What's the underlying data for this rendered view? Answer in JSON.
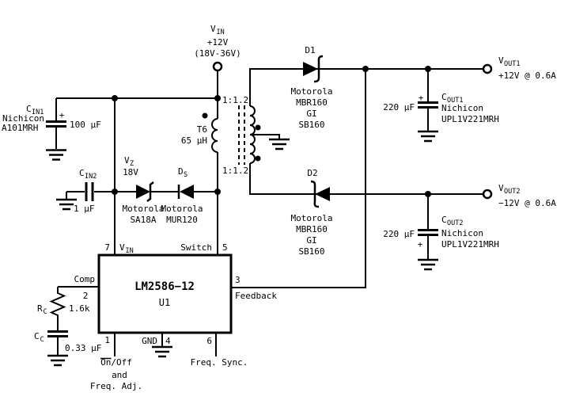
{
  "diagram": "dual-output flyback regulator schematic",
  "input": {
    "vin": {
      "sym": "V",
      "sub": "IN",
      "line2": "+12V",
      "line3": "(18V-36V)"
    },
    "cin1": {
      "sym": "C",
      "sub": "IN1",
      "brand": "Nichicon",
      "part": "A101MRH",
      "value": "100 μF",
      "polarity": "+"
    },
    "cin2": {
      "sym": "C",
      "sub": "IN2",
      "value": "1 μF"
    }
  },
  "clamp": {
    "vz": {
      "sym": "V",
      "sub": "Z",
      "value": "18V",
      "brand": "Motorola",
      "part": "SA18A"
    },
    "ds": {
      "sym": "D",
      "sub": "S",
      "brand": "Motorola",
      "part": "MUR120"
    }
  },
  "transformer": {
    "ref": "T6",
    "value": "65 μH",
    "ratio_top": "1:1.2",
    "ratio_bottom": "1:1.2"
  },
  "ic": {
    "part": "LM2586−12",
    "ref": "U1",
    "pin7": {
      "num": "7",
      "sym": "V",
      "sub": "IN"
    },
    "pin5": {
      "num": "5",
      "name": "Switch"
    },
    "pin2": {
      "num": "2",
      "name": "Comp"
    },
    "pin3": {
      "num": "3",
      "name": "Feedback"
    },
    "pin1": {
      "num": "1",
      "name1": "On/Off",
      "name2": "and",
      "name3": "Freq. Adj."
    },
    "pin4": {
      "num": "4",
      "name": "GND"
    },
    "pin6": {
      "num": "6",
      "name": "Freq. Sync."
    }
  },
  "compensation": {
    "rc": {
      "sym": "R",
      "sub": "C",
      "value": "1.6k"
    },
    "cc": {
      "sym": "C",
      "sub": "C",
      "value": "0.33 μF"
    }
  },
  "out1": {
    "d1": {
      "ref": "D1",
      "brand": "Motorola",
      "part": "MBR160",
      "mfr2": "GI",
      "part2": "SB160"
    },
    "cout1": {
      "value": "220 μF",
      "polarity": "+",
      "sym": "C",
      "sub": "OUT1",
      "brand": "Nichicon",
      "part": "UPL1V221MRH"
    },
    "vout": {
      "sym": "V",
      "sub": "OUT1",
      "rating": "+12V @ 0.6A"
    }
  },
  "out2": {
    "d2": {
      "ref": "D2",
      "brand": "Motorola",
      "part": "MBR160",
      "mfr2": "GI",
      "part2": "SB160"
    },
    "cout2": {
      "value": "220 μF",
      "polarity": "+",
      "sym": "C",
      "sub": "OUT2",
      "brand": "Nichicon",
      "part": "UPL1V221MRH"
    },
    "vout": {
      "sym": "V",
      "sub": "OUT2",
      "rating": "−12V @ 0.6A"
    }
  }
}
